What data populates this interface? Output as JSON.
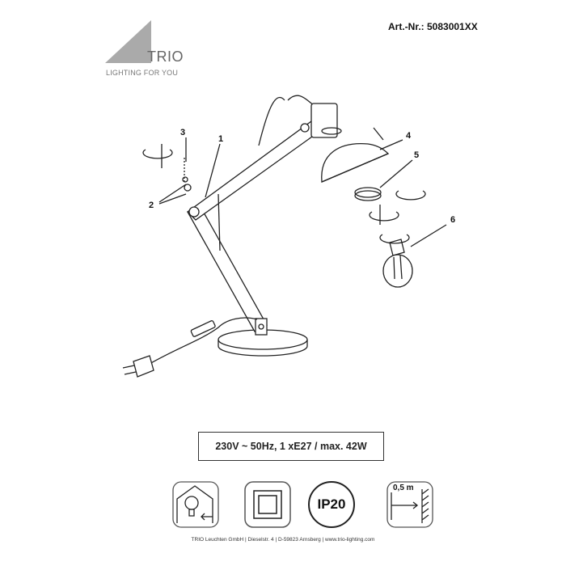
{
  "header": {
    "article_number": "Art.-Nr.: 5083001XX",
    "logo_name": "TRIO",
    "logo_tagline": "LIGHTING FOR YOU"
  },
  "diagram": {
    "part_labels": [
      "1",
      "2",
      "3",
      "4",
      "5",
      "6"
    ]
  },
  "spec": {
    "text": "230V ~ 50Hz, 1 xE27 / max. 42W"
  },
  "symbols": {
    "ip_rating": "IP20",
    "distance": "0,5 m",
    "icons": [
      "indoor-use-icon",
      "protection-class-2-icon",
      "ip20-icon",
      "min-distance-icon"
    ]
  },
  "footer": {
    "text": "TRIO Leuchten GmbH | Dieselstr. 4 | D-59823 Arnsberg | www.trio-lighting.com"
  }
}
